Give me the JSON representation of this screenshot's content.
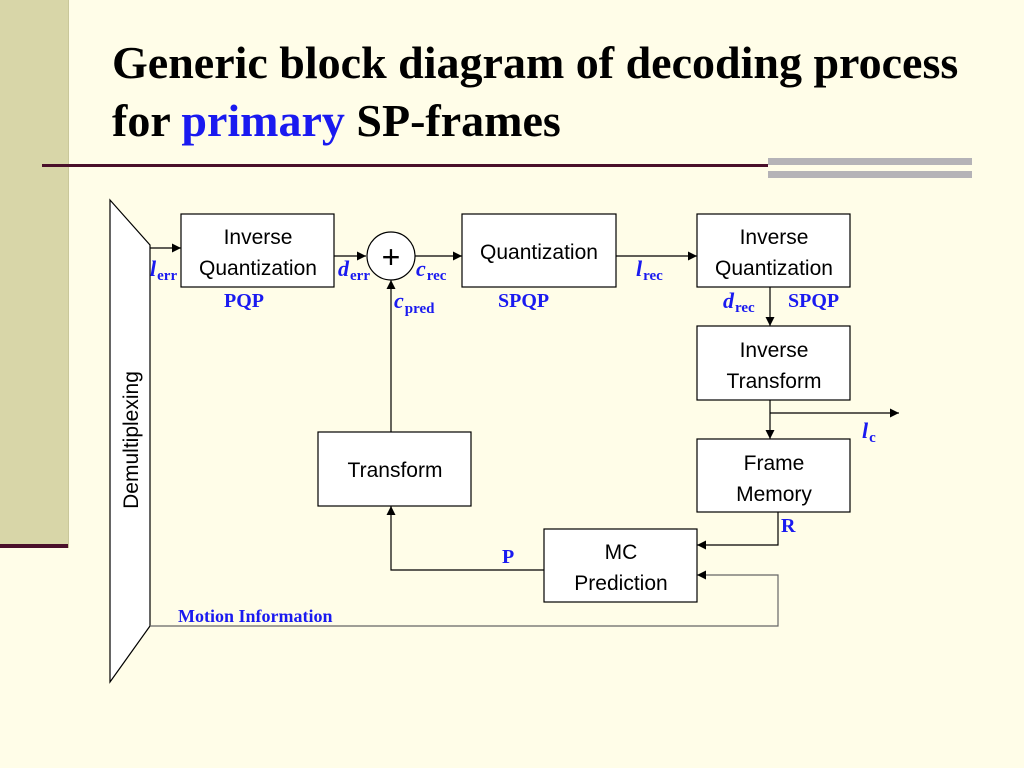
{
  "title": {
    "prefix": "Generic block diagram of decoding process for",
    "highlight": "primary",
    "suffix": "SP-frames"
  },
  "colors": {
    "background": "#FFFDE8",
    "side_bar": "#D8D6A8",
    "rule": "#4A0F2A",
    "accent_blue": "#1A1AF0"
  },
  "diagram": {
    "demux": "Demultiplexing",
    "blocks": {
      "inv_quant_1": [
        "Inverse",
        "Quantization"
      ],
      "adder": "+",
      "quant": [
        "Quantization"
      ],
      "inv_quant_2": [
        "Inverse",
        "Quantization"
      ],
      "inv_transform": [
        "Inverse",
        "Transform"
      ],
      "transform": [
        "Transform"
      ],
      "frame_memory": [
        "Frame",
        "Memory"
      ],
      "mc_prediction": [
        "MC",
        "Prediction"
      ]
    },
    "signals": {
      "l_err": {
        "sym": "l",
        "sub": "err"
      },
      "d_err": {
        "sym": "d",
        "sub": "err"
      },
      "c_rec": {
        "sym": "c",
        "sub": "rec"
      },
      "c_pred": {
        "sym": "c",
        "sub": "pred"
      },
      "l_rec": {
        "sym": "l",
        "sub": "rec"
      },
      "d_rec": {
        "sym": "d",
        "sub": "rec"
      },
      "l_c": {
        "sym": "l",
        "sub": "c"
      }
    },
    "labels": {
      "pqp": "PQP",
      "spqp_1": "SPQP",
      "spqp_2": "SPQP",
      "r": "R",
      "p": "P",
      "motion_info": "Motion Information"
    }
  }
}
